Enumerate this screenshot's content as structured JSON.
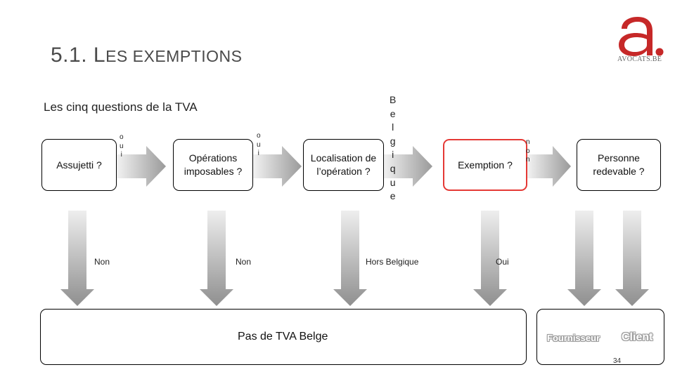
{
  "title": {
    "prefix": "5.1. L",
    "rest": "ES EXEMPTIONS"
  },
  "subtitle": "Les cinq questions de la TVA",
  "logo": {
    "glyph": "a.",
    "text": "AVOCATS.BE",
    "color": "#c62828"
  },
  "questions": [
    {
      "label": "Assujetti ?"
    },
    {
      "label": "Opérations imposables ?"
    },
    {
      "label": "Localisation de l’opération ?"
    },
    {
      "label": "Exemption ?"
    },
    {
      "label": "Personne redevable ?"
    }
  ],
  "transitions": [
    "o\nu\ni",
    "o\nu\ni",
    "B\ne\nl\ng\ni\nq\nu\ne",
    "n\no\nn"
  ],
  "conditions": [
    "Non",
    "Non",
    "Hors Belgique",
    "Oui"
  ],
  "outcome": "Pas de TVA Belge",
  "responsible": {
    "supplier": "Fournisseur",
    "client": "Client"
  },
  "page_number": "34",
  "colors": {
    "highlight_border": "#e53935",
    "arrow_gray": "#9e9e9e"
  }
}
